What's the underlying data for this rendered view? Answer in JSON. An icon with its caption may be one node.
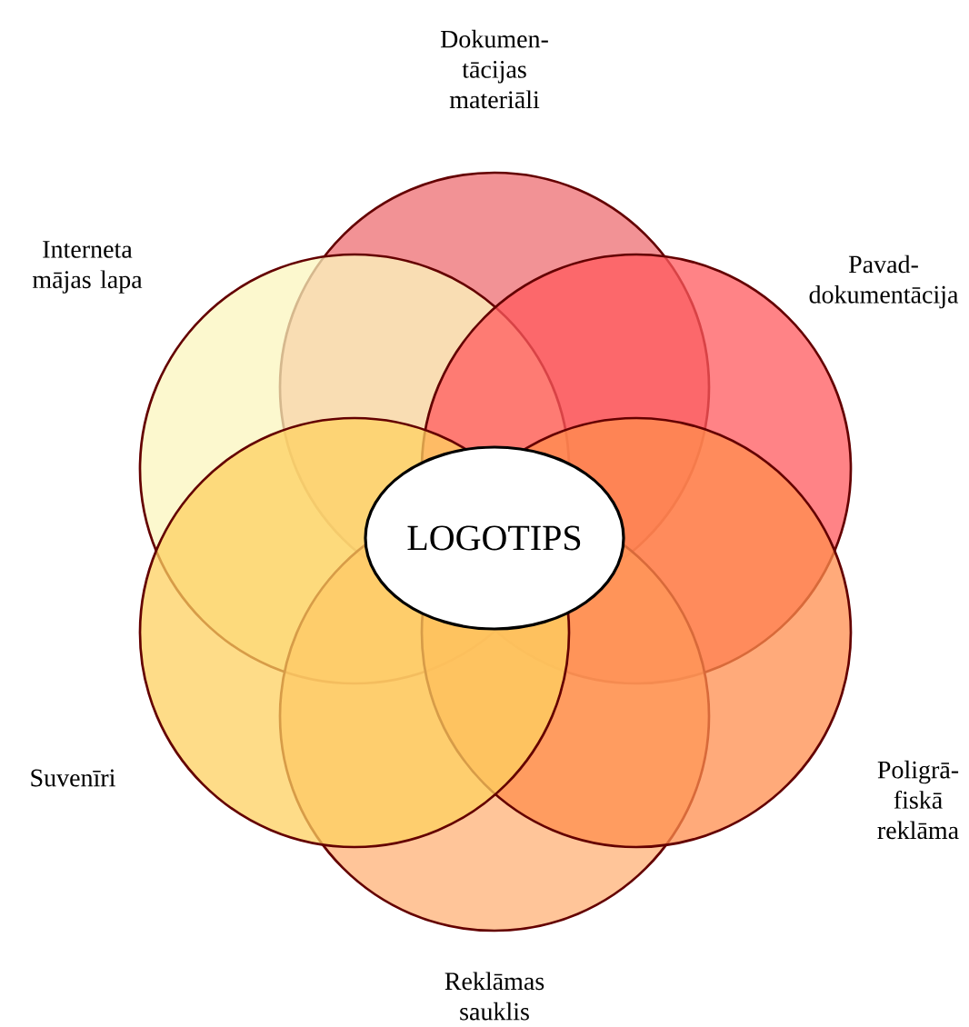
{
  "diagram": {
    "nodes": [
      {
        "text": [
          "LOGOTIPS"
        ]
      },
      {
        "text": [
          "Dokumen-tācijas materiāli"
        ]
      },
      {
        "text": [
          "Interneta mājas lapa"
        ]
      },
      {
        "text": [
          "Pavad-dokumentācija"
        ]
      },
      {
        "text": [
          "Suvenīri"
        ]
      },
      {
        "text": [
          "Poligrā-fiskā reklāma"
        ]
      },
      {
        "text": [
          "Reklāmas sauklis"
        ]
      }
    ]
  }
}
